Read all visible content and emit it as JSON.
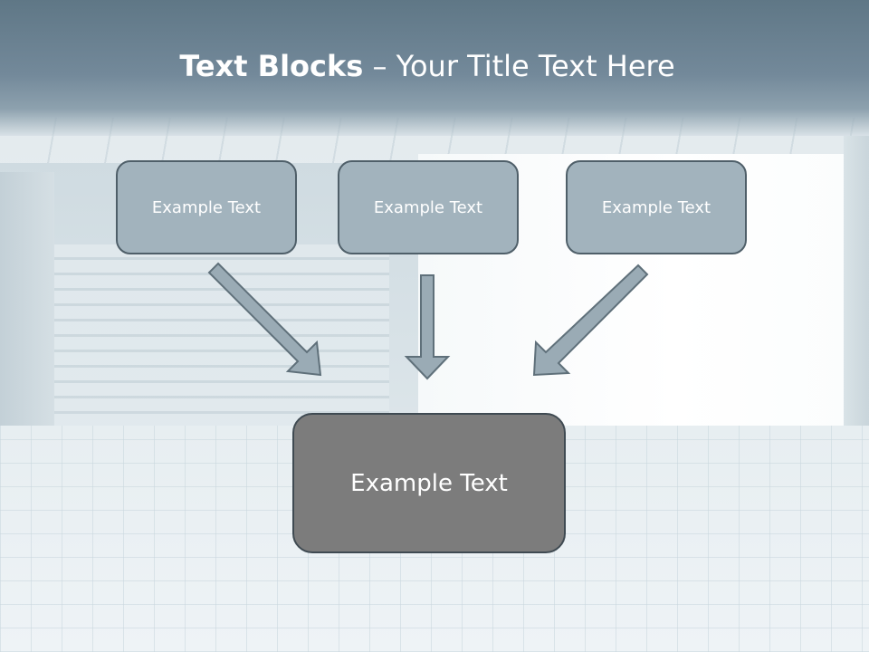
{
  "title": {
    "bold": "Text Blocks",
    "rest": " – Your Title Text Here"
  },
  "boxes": [
    {
      "label": "Example Text"
    },
    {
      "label": "Example Text"
    },
    {
      "label": "Example Text"
    }
  ],
  "target_box": {
    "label": "Example Text"
  },
  "colors": {
    "small_box_fill": "#a2b3bd",
    "target_box_fill": "#7c7c7c",
    "arrow_fill": "#9aabb5",
    "arrow_stroke": "#5f707a",
    "title_band": "#6c8392"
  }
}
